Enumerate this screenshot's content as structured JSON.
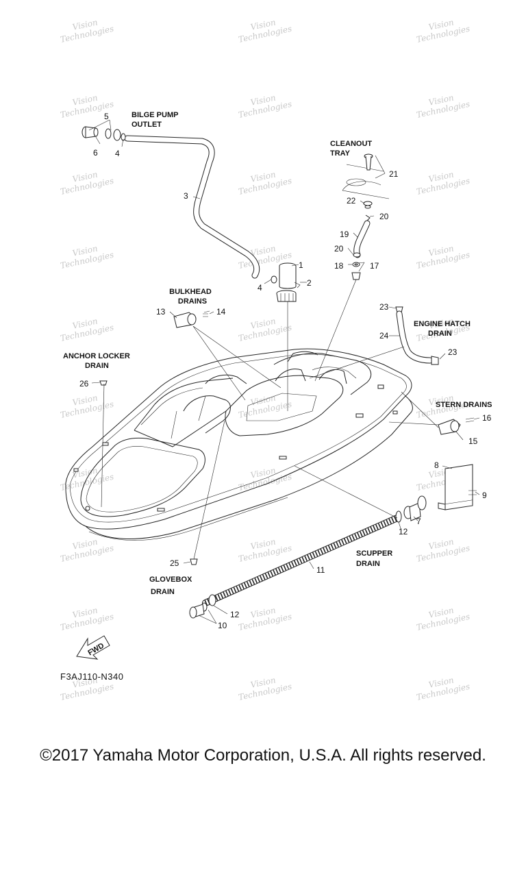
{
  "labels": {
    "bilge_pump_outlet": [
      "BILGE PUMP",
      "OUTLET"
    ],
    "cleanout_tray": [
      "CLEANOUT",
      "TRAY"
    ],
    "bulkhead_drains": [
      "BULKHEAD",
      "DRAINS"
    ],
    "engine_hatch_drain": [
      "ENGINE HATCH",
      "DRAIN"
    ],
    "anchor_locker_drain": [
      "ANCHOR LOCKER",
      "DRAIN"
    ],
    "stern_drains": [
      "STERN DRAINS"
    ],
    "scupper_drain": [
      "SCUPPER",
      "DRAIN"
    ],
    "glovebox_drain": [
      "GLOVEBOX",
      "DRAIN"
    ]
  },
  "part_numbers": [
    "1",
    "2",
    "3",
    "4",
    "4",
    "5",
    "6",
    "7",
    "8",
    "9",
    "10",
    "11",
    "12",
    "12",
    "13",
    "14",
    "15",
    "16",
    "17",
    "18",
    "19",
    "20",
    "20",
    "21",
    "22",
    "23",
    "23",
    "24",
    "25",
    "26"
  ],
  "fwd_label": "FWD",
  "diagram_code": "F3AJ110-N340",
  "watermark": [
    "Vision",
    "Technologies"
  ],
  "copyright": "©2017 Yamaha Motor Corporation, U.S.A. All rights reserved."
}
